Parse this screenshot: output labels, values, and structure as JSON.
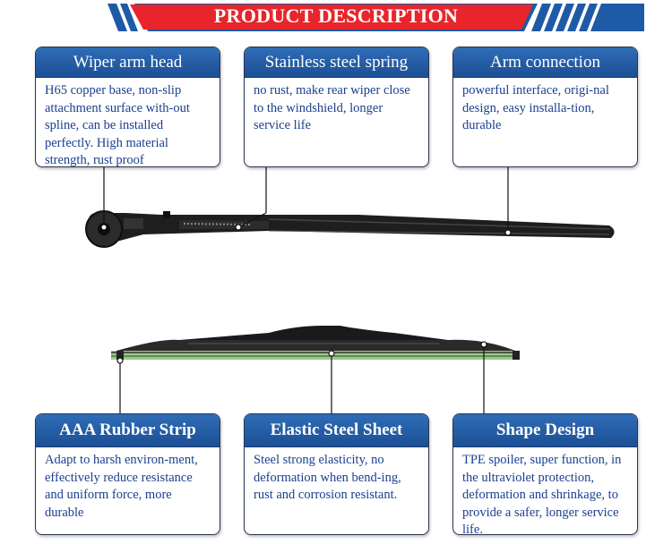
{
  "banner": {
    "title": "PRODUCT DESCRIPTION"
  },
  "top_features": [
    {
      "title": "Wiper arm head",
      "text": "H65 copper base, non-slip attachment surface with-out spline, can be installed perfectly. High material strength, rust proof"
    },
    {
      "title": "Stainless steel spring",
      "text": "no rust, make rear wiper close to the windshield, longer service life"
    },
    {
      "title": "Arm connection",
      "text": "powerful interface, origi-nal design, easy installa-tion, durable"
    }
  ],
  "bottom_features": [
    {
      "title": "AAA Rubber Strip",
      "text": "Adapt to harsh environ-ment, effectively reduce resistance and uniform force, more durable"
    },
    {
      "title": "Elastic Steel Sheet",
      "text": "Steel strong elasticity, no deformation when bend-ing, rust and corrosion resistant."
    },
    {
      "title": "Shape Design",
      "text": "TPE spoiler, super function, in the ultraviolet protection, deformation and shrinkage, to provide a safer, longer service life."
    }
  ],
  "colors": {
    "header_blue": "#1f5aa6",
    "banner_red": "#e8252b",
    "text_blue": "#1a3f8f"
  }
}
